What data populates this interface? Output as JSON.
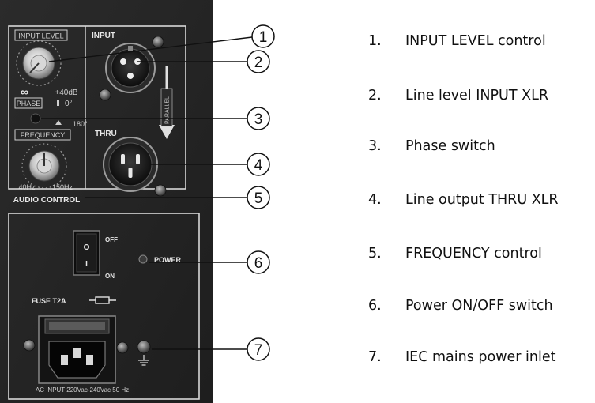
{
  "panel": {
    "audio_control": {
      "input_level_label": "INPUT LEVEL",
      "input_level_min": "∞",
      "input_level_max": "+40dB",
      "phase_label": "PHASE",
      "phase_0": "0°",
      "phase_180": "180°",
      "frequency_label": "FREQUENCY",
      "frequency_min": "40Hz",
      "frequency_max": "150Hz",
      "section_title": "AUDIO CONTROL"
    },
    "input_label": "INPUT",
    "thru_label": "THRU",
    "parallel_label": "PARALLEL",
    "power": {
      "off_label": "OFF",
      "on_label": "ON",
      "power_label": "POWER",
      "switch_top": "O",
      "switch_bottom": "I",
      "fuse_label": "FUSE T2A"
    },
    "ac_input_label": "AC INPUT 220Vac-240Vac 50 Hz"
  },
  "callouts": [
    "1",
    "2",
    "3",
    "4",
    "5",
    "6",
    "7"
  ],
  "legend": [
    {
      "number": "1.",
      "text": "INPUT LEVEL control"
    },
    {
      "number": "2.",
      "text": "Line level INPUT XLR"
    },
    {
      "number": "3.",
      "text": "Phase switch"
    },
    {
      "number": "4.",
      "text": "Line output THRU XLR"
    },
    {
      "number": "5.",
      "text": "FREQUENCY control"
    },
    {
      "number": "6.",
      "text": "Power ON/OFF switch"
    },
    {
      "number": "7.",
      "text": "IEC mains power inlet"
    }
  ]
}
